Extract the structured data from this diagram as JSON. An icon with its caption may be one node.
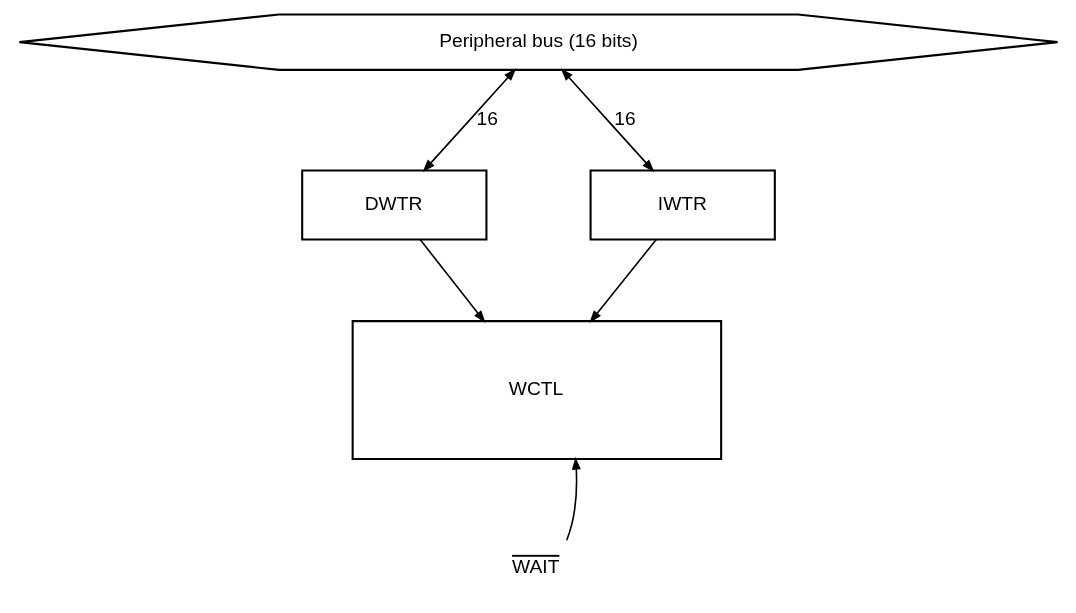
{
  "diagram": {
    "nodes": [
      {
        "text": [
          "Peripheral bus (16 bits)"
        ]
      },
      {
        "text": [
          "DWTR"
        ]
      },
      {
        "text": [
          "IWTR"
        ]
      },
      {
        "text": [
          "WCTL"
        ]
      },
      {
        "text": [
          "WAIT"
        ]
      }
    ],
    "edges": [
      {
        "from": 0,
        "to": 1,
        "arrow": "both",
        "label": "16"
      },
      {
        "from": 0,
        "to": 2,
        "arrow": "both",
        "label": "16"
      },
      {
        "from": 1,
        "to": 3,
        "arrow": "to"
      },
      {
        "from": 2,
        "to": 3,
        "arrow": "to"
      },
      {
        "from": 4,
        "to": 3,
        "arrow": "to"
      }
    ]
  }
}
